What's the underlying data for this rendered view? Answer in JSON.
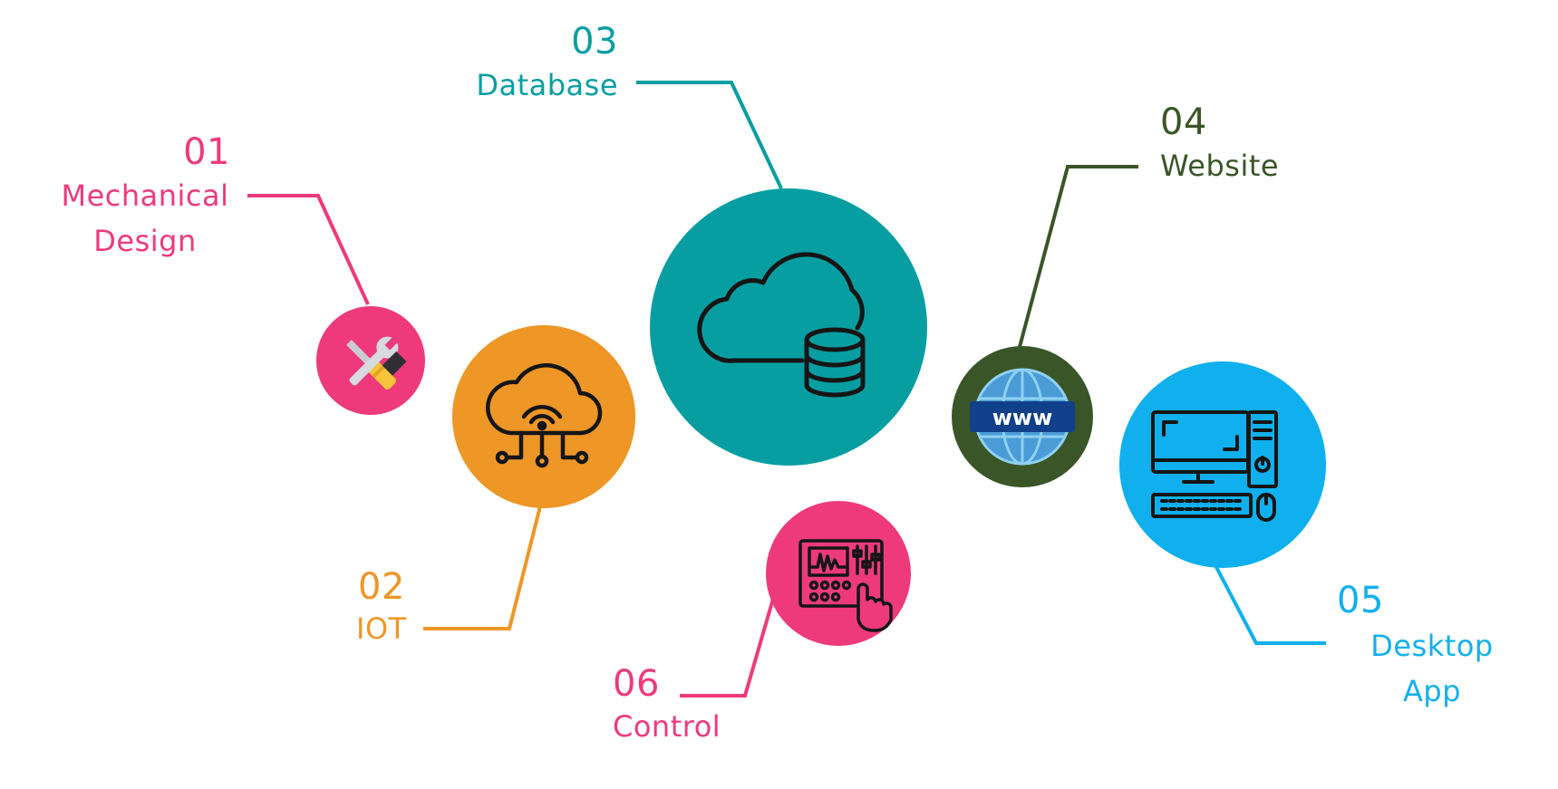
{
  "colors": {
    "pink": "#EE3A7B",
    "orange": "#EE9626",
    "teal": "#079EA2",
    "olive": "#3A5527",
    "sky": "#10B0EE"
  },
  "nodes": [
    {
      "id": "01",
      "number": "01",
      "label_lines": [
        "Mechanical",
        "Design"
      ],
      "color": "pink",
      "icon": "tools-icon"
    },
    {
      "id": "02",
      "number": "02",
      "label_lines": [
        "IOT"
      ],
      "color": "orange",
      "icon": "iot-cloud-icon"
    },
    {
      "id": "03",
      "number": "03",
      "label_lines": [
        "Database"
      ],
      "color": "teal",
      "icon": "cloud-database-icon"
    },
    {
      "id": "04",
      "number": "04",
      "label_lines": [
        "Website"
      ],
      "color": "olive",
      "icon": "www-globe-icon"
    },
    {
      "id": "05",
      "number": "05",
      "label_lines": [
        "Desktop",
        "App"
      ],
      "color": "sky",
      "icon": "desktop-computer-icon"
    },
    {
      "id": "06",
      "number": "06",
      "label_lines": [
        "Control"
      ],
      "color": "pink",
      "icon": "control-panel-icon"
    }
  ]
}
